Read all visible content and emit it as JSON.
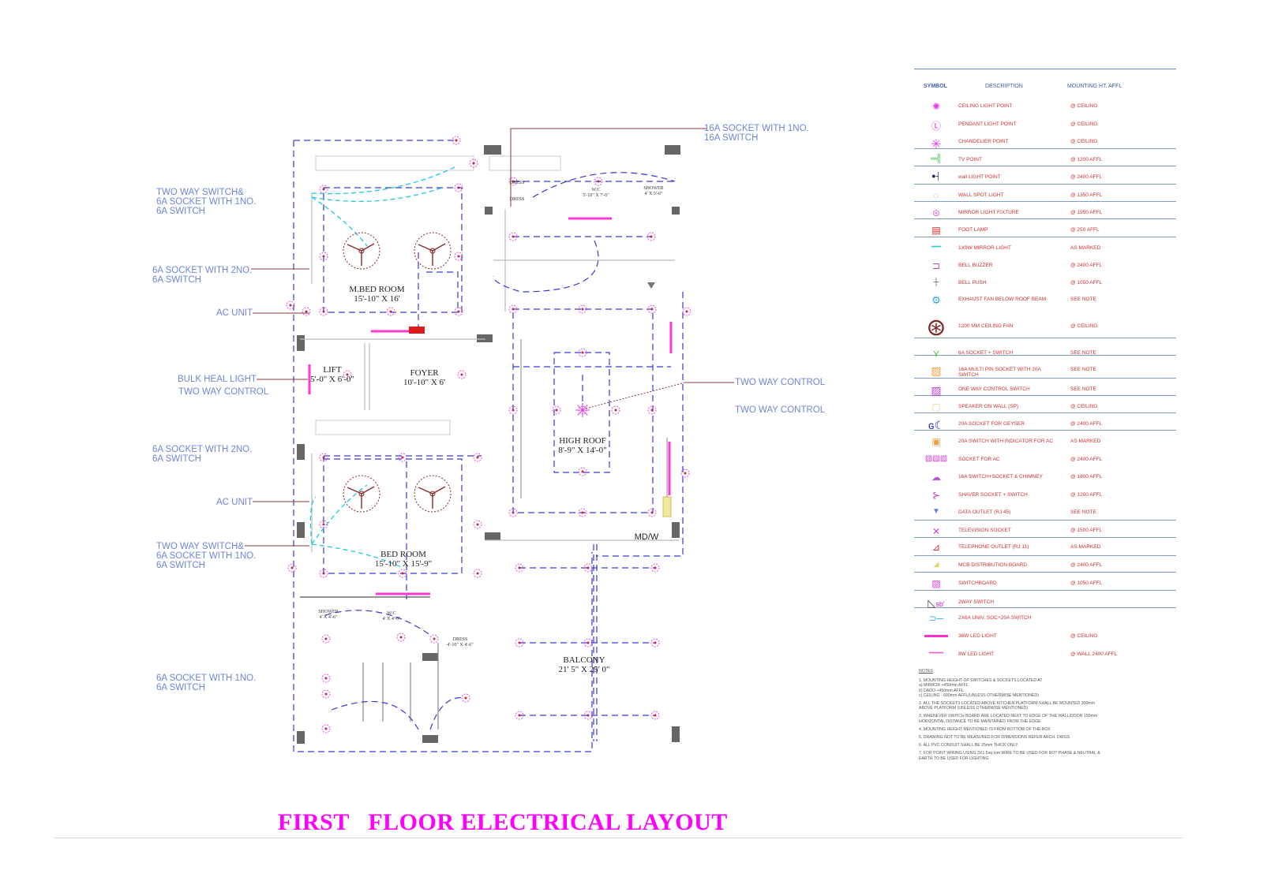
{
  "title": "FIRST   FLOOR ELECTRICAL LAYOUT",
  "callouts": {
    "left_1": "TWO WAY SWITCH&\n6A SOCKET WITH 1NO.\n6A SWITCH",
    "left_2": "6A SOCKET WITH 2NO.\n6A SWITCH",
    "left_3": "AC UNIT",
    "left_4a": "BULK HEAL LIGHT",
    "left_4b": "TWO WAY CONTROL",
    "left_5": "6A SOCKET WITH 2NO.\n6A SWITCH",
    "left_6": "AC UNIT",
    "left_7": "TWO WAY SWITCH&\n6A SOCKET WITH 1NO.\n6A SWITCH",
    "left_8": "6A SOCKET WITH 1NO.\n6A SWITCH",
    "top_right": "16A SOCKET WITH 1NO.\n16A SWITCH",
    "right_1": "TWO WAY CONTROL",
    "right_2": "TWO WAY CONTROL"
  },
  "rooms": {
    "master_bed": "M.BED ROOM\n15'-10\" X 16'",
    "lift": "LIFT\n5'-0\" X 6'-0\"",
    "foyer": "FOYER\n10'-10\" X 6'",
    "high_roof": "HIGH ROOF\n8'-9\" X 14'-0\"",
    "bed_room": "BED ROOM\n15'-10\" X 15'-9\"",
    "balcony": "BALCONY\n21' 5\" X 25' 0\"",
    "md_w": "MD/W",
    "dress_1": "DRESS",
    "dress_2": "DRESS",
    "wc_1": "W/C\n5'-10\" X 7'-6\"",
    "shower_1": "SHOWER\n4' X 5'-6\"",
    "shower_2": "SHOWER\n4' X 4'-6\"",
    "wc_2": "W/C\n4' X 4'-6\"",
    "dress_3": "DRESS\n4'-10\" X 4'-6\""
  },
  "legend": {
    "headers": {
      "symbol": "SYMBOL",
      "description": "DESCRIPTION",
      "mounting": "MOUNTING HT. AFFL"
    },
    "rows": [
      {
        "icon": "ceiling-light-icon",
        "desc": "CEILING LIGHT POINT",
        "mount": "@ CEILING"
      },
      {
        "icon": "pendant-light-icon",
        "desc": "PENDANT LIGHT POINT",
        "mount": "@ CEILING"
      },
      {
        "icon": "chandelier-icon",
        "desc": "CHANDELIER POINT",
        "mount": "@ CEILING"
      },
      {
        "icon": "tv-point-icon",
        "desc": "TV POINT",
        "mount": "@ 1200 AFFL"
      },
      {
        "icon": "wall-light-icon",
        "desc": "wall LIGHT POINT",
        "mount": "@ 2400 AFFL"
      },
      {
        "icon": "wall-spot-light-icon",
        "desc": "WALL SPOT LIGHT",
        "mount": "@ 1350 AFFL"
      },
      {
        "icon": "mirror-light-icon",
        "desc": "MIRROR LIGHT FIXTURE",
        "mount": "@ 1950 AFFL"
      },
      {
        "icon": "foot-lamp-icon",
        "desc": "FOOT LAMP",
        "mount": "@ 250 AFFL"
      },
      {
        "icon": "mirror-light-bar-icon",
        "desc": "1X9W MIRROR LIGHT",
        "mount": "AS MARKED"
      },
      {
        "icon": "bell-buzzer-icon",
        "desc": "BELL BUZZER",
        "mount": "@ 2400 AFFL"
      },
      {
        "icon": "bell-push-icon",
        "desc": "BELL PUSH",
        "mount": "@ 1050 AFFL"
      },
      {
        "icon": "exhaust-fan-icon",
        "desc": "EXHAUST FAN BELOW ROOF BEAM",
        "mount": "SEE NOTE"
      },
      {
        "icon": "ceiling-fan-icon",
        "desc": "1200 MM CEILING FAN",
        "mount": "@ CEILING"
      },
      {
        "icon": "socket-switch-icon",
        "desc": "6A SOCKET + SWITCH",
        "mount": "SEE NOTE"
      },
      {
        "icon": "multipin-socket-icon",
        "desc": "16A MULTI PIN SOCKET WITH 20A\nSWITCH",
        "mount": "SEE NOTE"
      },
      {
        "icon": "one-way-switch-icon",
        "desc": "ONE WAY CONTROL SWITCH",
        "mount": "SEE NOTE"
      },
      {
        "icon": "speaker-icon",
        "desc": "SPEAKER ON WALL (SP)",
        "mount": "@ CEILING"
      },
      {
        "icon": "geyser-socket-icon",
        "desc": "20A SOCKET FOR GEYSER",
        "mount": "@ 2400 AFFL"
      },
      {
        "icon": "ac-switch-icon",
        "desc": "20A SWITCH WITH INDICATOR FOR AC",
        "mount": "AS MARKED"
      },
      {
        "icon": "ac-socket-icon",
        "desc": "SOCKET FOR AC",
        "mount": "@ 2400 AFFL"
      },
      {
        "icon": "chimney-socket-icon",
        "desc": "16A SWITCH+SOCKET & CHIMNEY",
        "mount": "@ 1800 AFFL"
      },
      {
        "icon": "shaver-socket-icon",
        "desc": "SHAVER SOCKET + SWITCH",
        "mount": "@ 1200 AFFL"
      },
      {
        "icon": "data-outlet-icon",
        "desc": "DATA OUTLET (RJ 45)",
        "mount": "SEE NOTE"
      },
      {
        "icon": "tv-socket-icon",
        "desc": "TELEVISION SOCKET",
        "mount": "@ 1500 AFFL"
      },
      {
        "icon": "telephone-outlet-icon",
        "desc": "TELEPHONE OUTLET (RJ 11)",
        "mount": "AS MARKED"
      },
      {
        "icon": "mcb-board-icon",
        "desc": "MCB DISTRIBUTION BOARD",
        "mount": "@ 2400 AFFL"
      },
      {
        "icon": "switchboard-icon",
        "desc": "SWITCHBOARD",
        "mount": "@ 1050 AFFL"
      },
      {
        "icon": "two-way-switch-icon",
        "desc": "2WAY SWITCH",
        "mount": ""
      },
      {
        "icon": "universal-socket-icon",
        "desc": "2X6A UNIV. SOC+20A SWITCH",
        "mount": ""
      },
      {
        "icon": "led-36w-icon",
        "desc": "36W LED LIGHT",
        "mount": "@ CEILING"
      },
      {
        "icon": "led-8w-icon",
        "desc": "8W LED LIGHT",
        "mount": "@ WALL 2400 AFFL"
      }
    ],
    "two_way_tag": "sb'"
  },
  "notes": {
    "heading": "NOTES",
    "items": [
      "1. MOUNTING HEIGHT OF SWITCHES & SOCKETS LOCATED AT\na) MIRROR +450mm AFFL\nb) DADO +450mm AFFL\nc) CEILING - 600mm AFFL(UNLESS OTHERWISE MENTIONED)",
      "2. ALL THE SOCKETS LOCATED ABOVE KITCHEN PLATFORM SHALL BE MOUNTED 300mm\nABOVE PLATFORM (UNLESS OTHERWISE MENTIONED)",
      "3. WHENEVER SWITCH BOARD ARE LOCATED NEXT TO EDGE OF THE WALL/DOOR 150mm\nHORIZONTAL DISTANCE TO BE MAINTAINED FROM THE EDGE",
      "4. MOUNTING HEIGHT MENTIONED IS FROM BOTTOM OF THE BOX",
      "5. DRAWING NOT TO BE MEASURED FOR DIMENSIONS REFER ARCH. DWGS",
      "6. ALL PVC CONDUIT SHALL BE 25mm THICK ONLY",
      "7. FOR POINT WIRING USING 3X1.5sq mm WIRE TO BE USED FOR ROT PHASE & NEUTRAL &\nEARTH TO BE USED FOR LIGHTING"
    ]
  }
}
